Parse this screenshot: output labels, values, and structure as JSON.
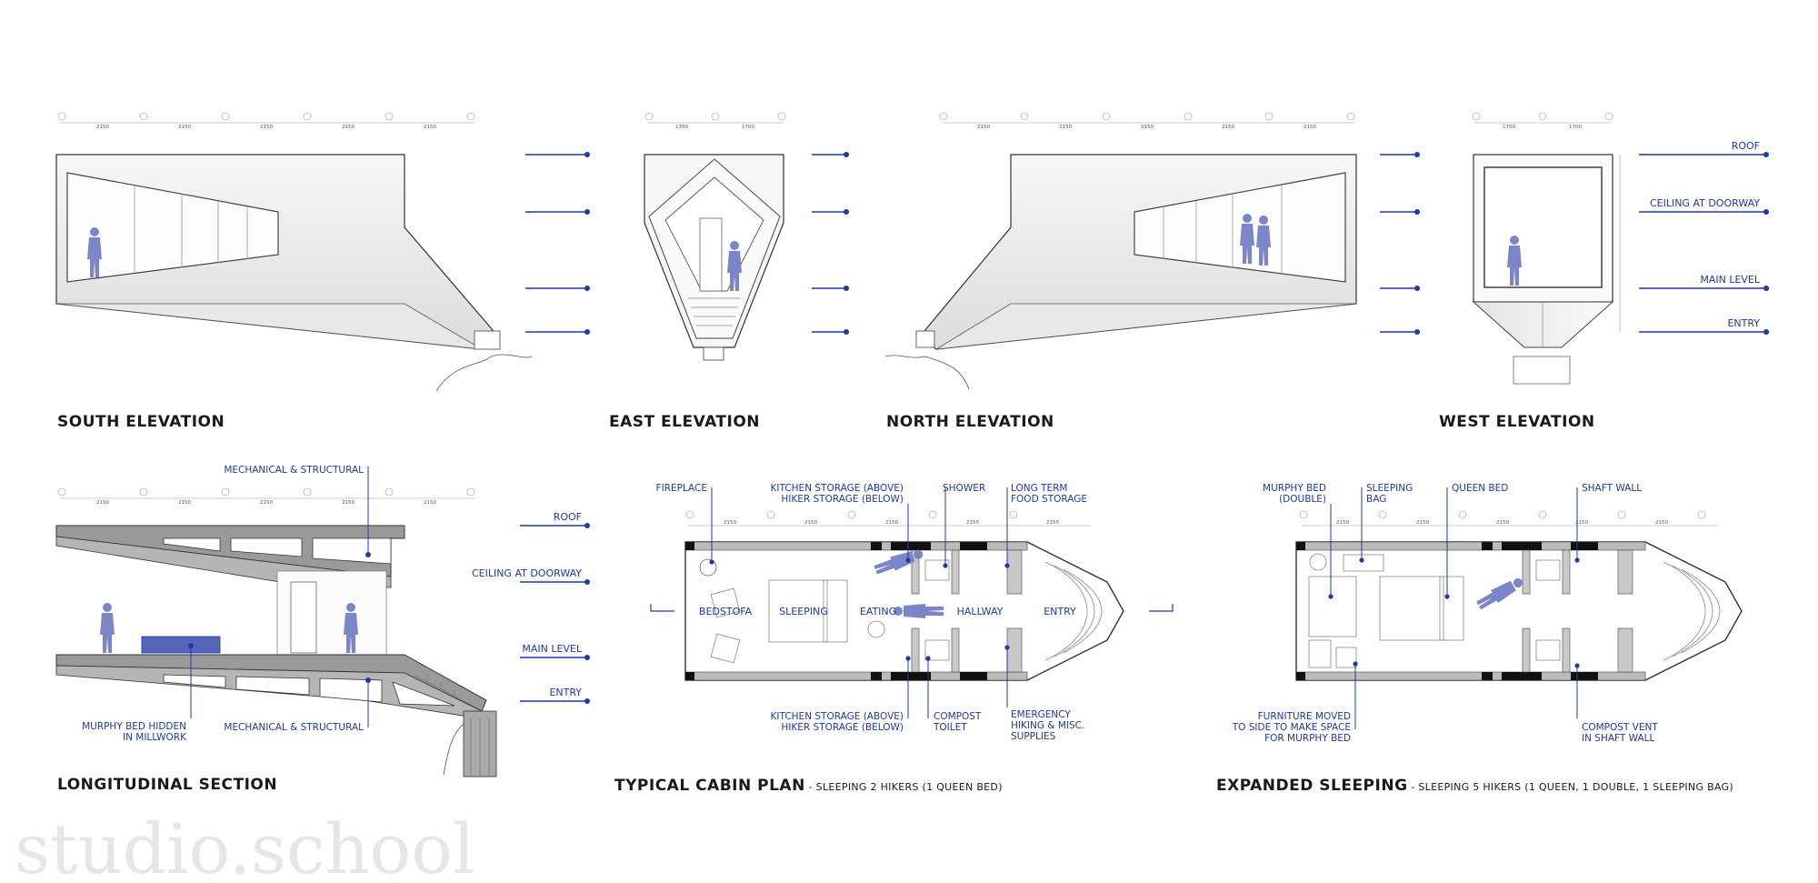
{
  "titles": {
    "south": "SOUTH ELEVATION",
    "east": "EAST ELEVATION",
    "north": "NORTH ELEVATION",
    "west": "WEST ELEVATION",
    "section": "LONGITUDINAL SECTION",
    "plan": "TYPICAL CABIN PLAN",
    "plan_sub": " - SLEEPING 2 HIKERS (1 QUEEN BED)",
    "expanded": "EXPANDED SLEEPING",
    "expanded_sub": " - SLEEPING 5 HIKERS (1 QUEEN, 1 DOUBLE, 1 SLEEPING BAG)"
  },
  "levels": {
    "roof": "ROOF",
    "ceiling": "CEILING AT DOORWAY",
    "main": "MAIN LEVEL",
    "entry": "ENTRY"
  },
  "section_callouts": {
    "mech_top": "MECHANICAL  & STRUCTURAL",
    "mech_bottom": "MECHANICAL  & STRUCTURAL",
    "murphy_1": "MURPHY BED HIDDEN",
    "murphy_2": "IN MILLWORK"
  },
  "plan_callouts": {
    "fireplace": "FIREPLACE",
    "kitchen_top_1": "KITCHEN STORAGE (ABOVE)",
    "kitchen_top_2": "HIKER STORAGE (BELOW)",
    "shower": "SHOWER",
    "longterm_1": "LONG TERM",
    "longterm_2": "FOOD STORAGE",
    "kitchen_bot_1": "KITCHEN STORAGE (ABOVE)",
    "kitchen_bot_2": "HIKER STORAGE (BELOW)",
    "compost_1": "COMPOST",
    "compost_2": "TOILET",
    "emergency_1": "EMERGENCY",
    "emergency_2": "HIKING  & MISC.",
    "emergency_3": "SUPPLIES"
  },
  "plan_rooms": {
    "bedstofa": "BEDSTOFA",
    "sleeping": "SLEEPING",
    "eating": "EATING",
    "hallway": "HALLWAY",
    "entry": "ENTRY"
  },
  "expanded_callouts": {
    "murphy_1": "MURPHY BED",
    "murphy_2": "(DOUBLE)",
    "bag_1": "SLEEPING",
    "bag_2": "BAG",
    "queen": "QUEEN BED",
    "shaft": "SHAFT WALL",
    "furniture_1": "FURNITURE MOVED",
    "furniture_2": "TO SIDE TO MAKE SPACE",
    "furniture_3": "FOR MURPHY BED",
    "vent_1": "COMPOST VENT",
    "vent_2": "IN SHAFT WALL"
  },
  "dims": {
    "bay": "2150",
    "half": "1700"
  },
  "watermark": "studio.school",
  "colors": {
    "accent": "#1f3aa0",
    "figure": "#7a86c8",
    "structure": "#9a9a9a",
    "ink": "#1a1a1a"
  }
}
